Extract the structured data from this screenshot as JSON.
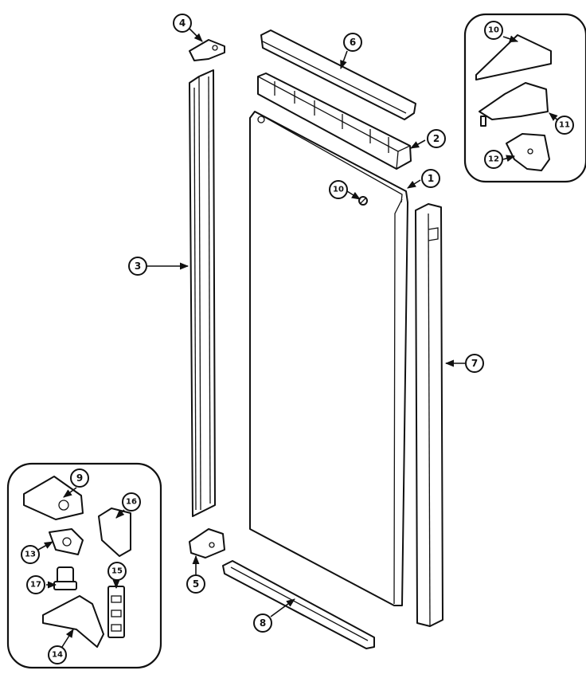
{
  "callouts": {
    "c1": "1",
    "c2": "2",
    "c3": "3",
    "c4": "4",
    "c5": "5",
    "c6": "6",
    "c7": "7",
    "c8": "8",
    "c9": "9",
    "c10a": "10",
    "c10b": "10",
    "c11": "11",
    "c12": "12",
    "c13": "13",
    "c14": "14",
    "c15": "15",
    "c16": "16",
    "c17": "17"
  },
  "colors": {
    "line": "#111111",
    "paper": "#ffffff"
  }
}
